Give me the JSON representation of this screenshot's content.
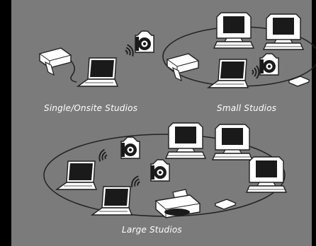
{
  "captions": {
    "single": "Single/Onsite Studios",
    "small": "Small Studios",
    "large": "Large Studios"
  },
  "colors": {
    "background": "#7b7b7b",
    "frame": "#000000",
    "device_fill": "#ffffff",
    "device_stroke": "#1e1e1e",
    "screen": "#1a1a1a",
    "network_line": "#222222"
  },
  "diagram": {
    "groups": [
      {
        "id": "single",
        "devices": [
          "printer",
          "laptop",
          "camera"
        ]
      },
      {
        "id": "small",
        "devices": [
          "monitor",
          "monitor",
          "printer",
          "laptop",
          "camera",
          "router"
        ]
      },
      {
        "id": "large",
        "devices": [
          "monitor",
          "monitor",
          "monitor",
          "laptop",
          "laptop",
          "camera",
          "camera",
          "printer",
          "router"
        ]
      }
    ]
  }
}
